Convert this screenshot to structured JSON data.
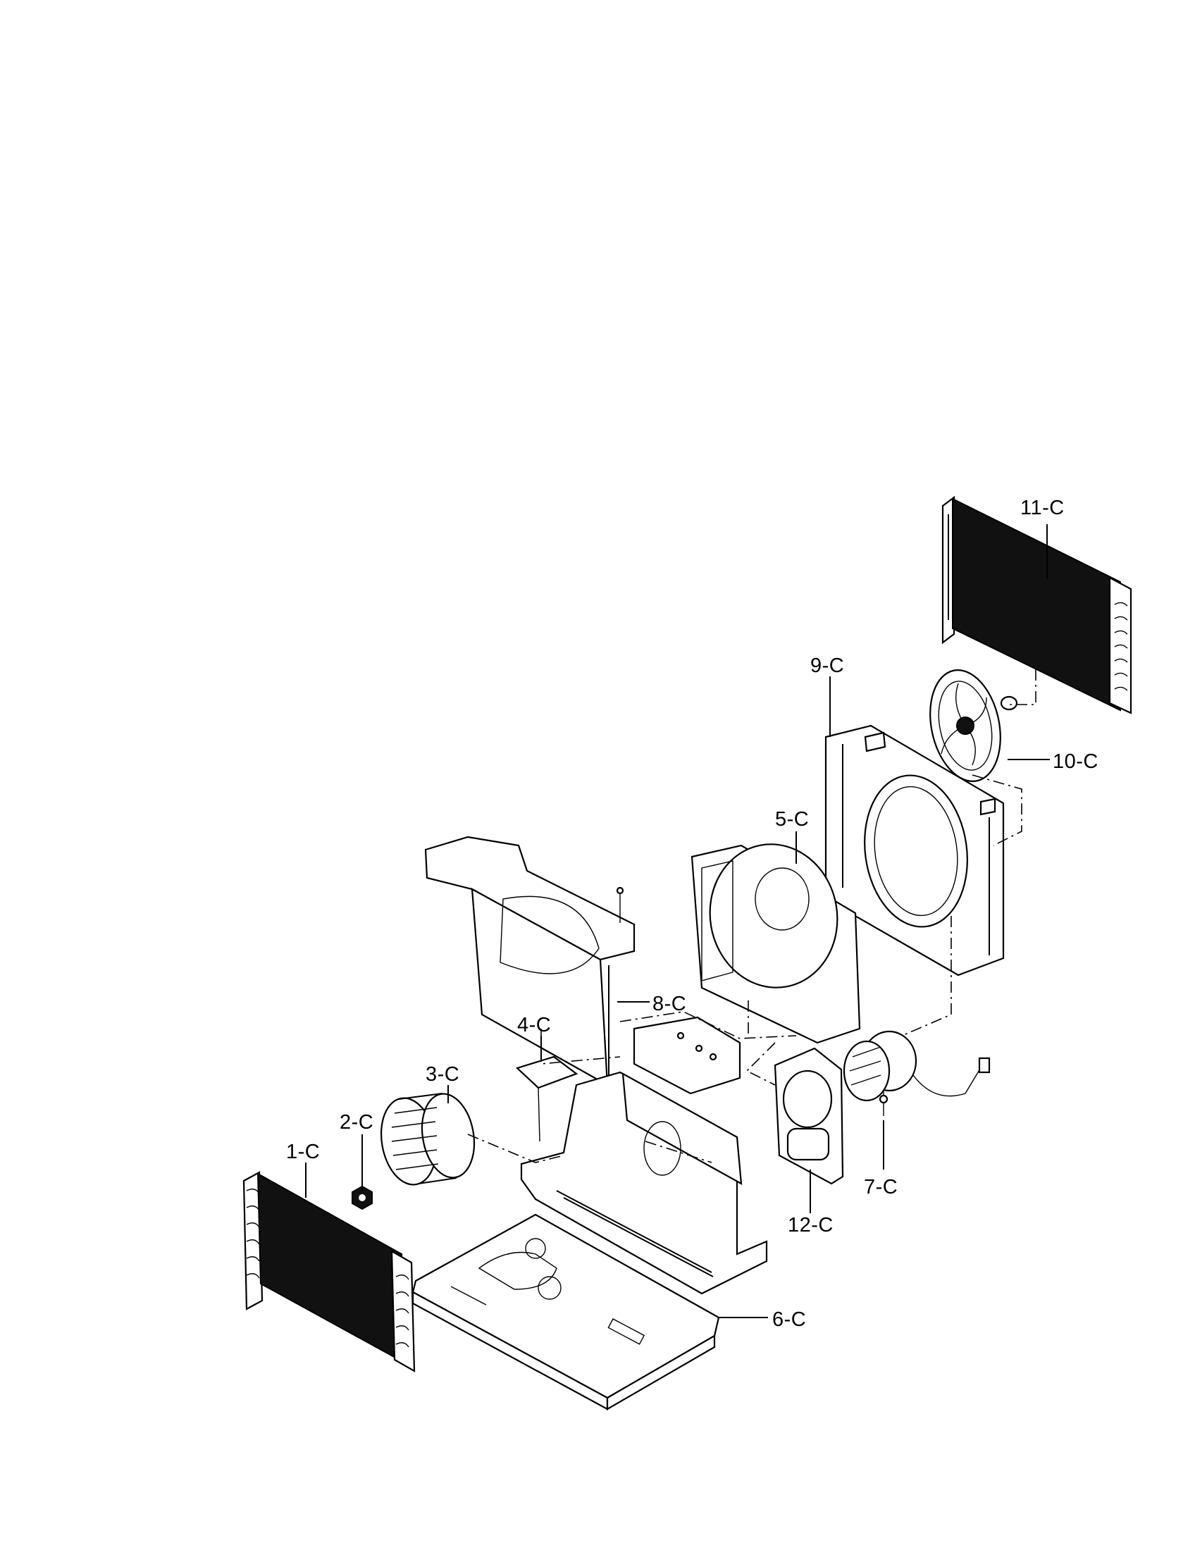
{
  "parts": [
    {
      "id": "1",
      "label": "1-C",
      "name": "evaporator-coil"
    },
    {
      "id": "2",
      "label": "2-C",
      "name": "blower-nut"
    },
    {
      "id": "3",
      "label": "3-C",
      "name": "blower-wheel"
    },
    {
      "id": "4",
      "label": "4-C",
      "name": "shroud-plate"
    },
    {
      "id": "5",
      "label": "5-C",
      "name": "fan-shroud"
    },
    {
      "id": "6",
      "label": "6-C",
      "name": "base-pan"
    },
    {
      "id": "7",
      "label": "7-C",
      "name": "fan-motor"
    },
    {
      "id": "8",
      "label": "8-C",
      "name": "air-guide-bracket"
    },
    {
      "id": "9",
      "label": "9-C",
      "name": "condenser-orifice"
    },
    {
      "id": "10",
      "label": "10-C",
      "name": "condenser-fan-blade"
    },
    {
      "id": "11",
      "label": "11-C",
      "name": "condenser-coil"
    },
    {
      "id": "12",
      "label": "12-C",
      "name": "motor-mount"
    }
  ]
}
